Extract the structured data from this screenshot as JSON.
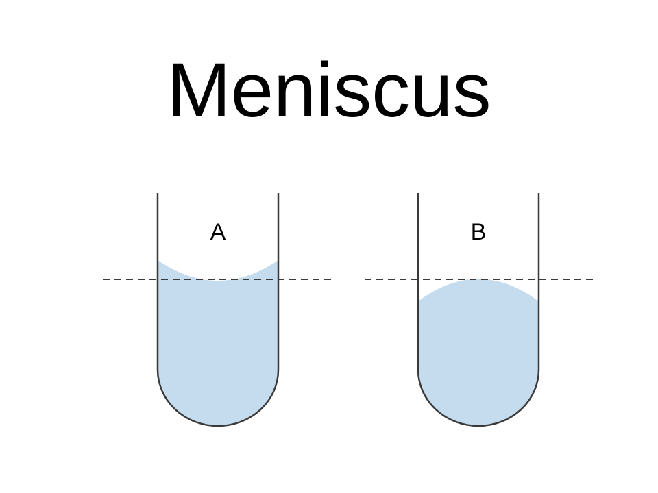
{
  "title": "Meniscus",
  "tubes": [
    {
      "label": "A",
      "meniscus": "concave"
    },
    {
      "label": "B",
      "meniscus": "convex"
    }
  ],
  "colors": {
    "liquid": "#c5dbee",
    "tube_outline": "#3a3a3a",
    "reference_line": "#3a3a3a",
    "text": "#000000"
  }
}
